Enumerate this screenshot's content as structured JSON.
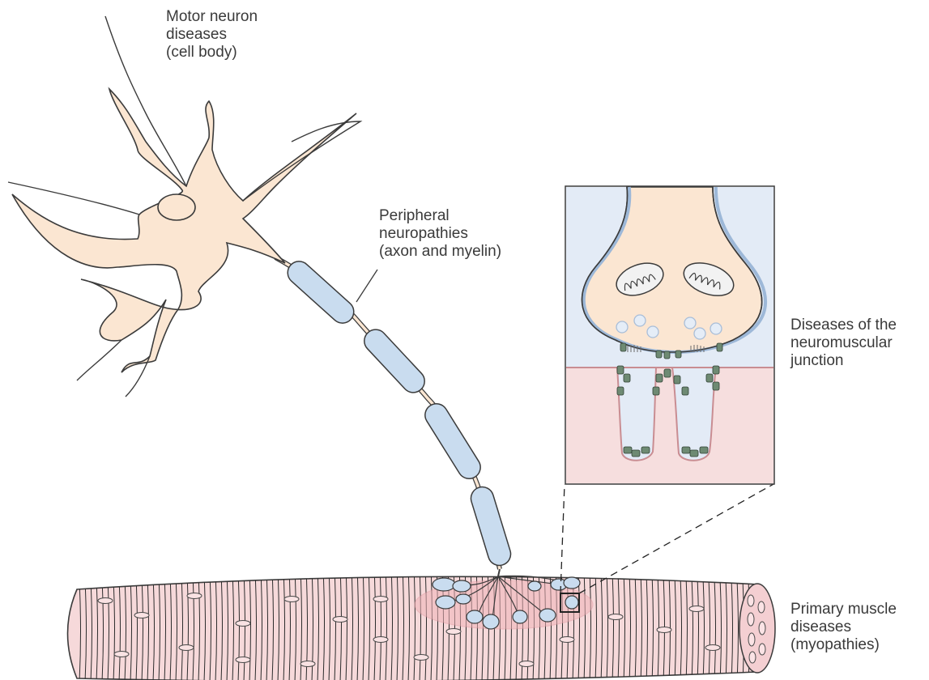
{
  "labels": {
    "motor_neuron": [
      "Motor neuron",
      "diseases",
      "(cell body)"
    ],
    "peripheral": [
      "Peripheral",
      "neuropathies",
      "(axon and myelin)"
    ],
    "nmj": [
      "Diseases of the",
      "neuromuscular",
      "junction"
    ],
    "muscle": [
      "Primary muscle",
      "diseases",
      "(myopathies)"
    ]
  },
  "colors": {
    "cell_body": "#fbe6d2",
    "myelin": "#c9dcef",
    "muscle": "#f6d9da",
    "muscle_stripes": "#2c2c2c",
    "endplate_highlight": "#f0b3b8",
    "inset_top": "#e3ebf6",
    "inset_bottom": "#f6dede",
    "outline": "#3b3b3b",
    "receptor": "#4f6b55"
  }
}
